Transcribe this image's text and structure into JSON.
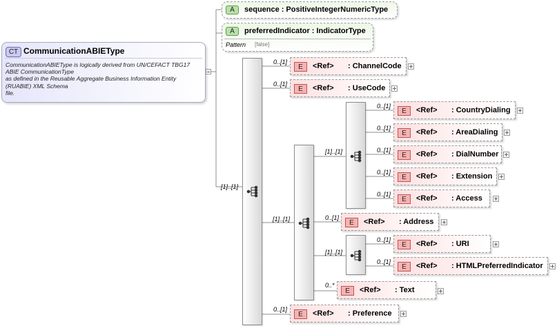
{
  "complex_type": {
    "badge": "CT",
    "name": "CommunicationABIEType",
    "documentation": [
      "CommunicationABIEType is logically derived from UN/CEFACT TBG17",
      "ABIE CommunicationType",
      "as defined in the Reusable Aggregate Business Information Entity",
      "(RUABIE) XML Schema",
      "file."
    ]
  },
  "attributes": [
    {
      "badge": "A",
      "name": "sequence",
      "separator": ":",
      "type": "PositiveIntegerNumericType"
    },
    {
      "badge": "A",
      "name": "preferredIndicator",
      "separator": ":",
      "type": "IndicatorType",
      "pattern_label": "Pattern",
      "pattern_value": "[false]"
    }
  ],
  "cardinalities": {
    "outer_sequence": "[1]..[1]",
    "choice_group": "[1]..[1]",
    "dialing_sequence": "[1]..[1]",
    "web_sequence": "[1]..[1]"
  },
  "elements": [
    {
      "id": "channel-code",
      "badge": "E",
      "ref": "<Ref>",
      "name": ": ChannelCode",
      "cardinality": "0..[1]"
    },
    {
      "id": "use-code",
      "badge": "E",
      "ref": "<Ref>",
      "name": ": UseCode",
      "cardinality": "0..[1]"
    },
    {
      "id": "country-dialing",
      "badge": "E",
      "ref": "<Ref>",
      "name": ": CountryDialing",
      "cardinality": "0..[1]"
    },
    {
      "id": "area-dialing",
      "badge": "E",
      "ref": "<Ref>",
      "name": ": AreaDialing",
      "cardinality": "0..[1]"
    },
    {
      "id": "dial-number",
      "badge": "E",
      "ref": "<Ref>",
      "name": ": DialNumber",
      "cardinality": "0..[1]"
    },
    {
      "id": "extension",
      "badge": "E",
      "ref": "<Ref>",
      "name": ": Extension",
      "cardinality": "0..[1]"
    },
    {
      "id": "access",
      "badge": "E",
      "ref": "<Ref>",
      "name": ": Access",
      "cardinality": "0..[1]"
    },
    {
      "id": "address",
      "badge": "E",
      "ref": "<Ref>",
      "name": ": Address",
      "cardinality": "0..[1]"
    },
    {
      "id": "uri",
      "badge": "E",
      "ref": "<Ref>",
      "name": ": URI",
      "cardinality": "0..[1]"
    },
    {
      "id": "html-preferred-indicator",
      "badge": "E",
      "ref": "<Ref>",
      "name": ": HTMLPreferredIndicator",
      "cardinality": "0..[1]"
    },
    {
      "id": "text",
      "badge": "E",
      "ref": "<Ref>",
      "name": ": Text",
      "cardinality": "0..*"
    },
    {
      "id": "preference",
      "badge": "E",
      "ref": "<Ref>",
      "name": ": Preference",
      "cardinality": "0..[1]"
    }
  ]
}
